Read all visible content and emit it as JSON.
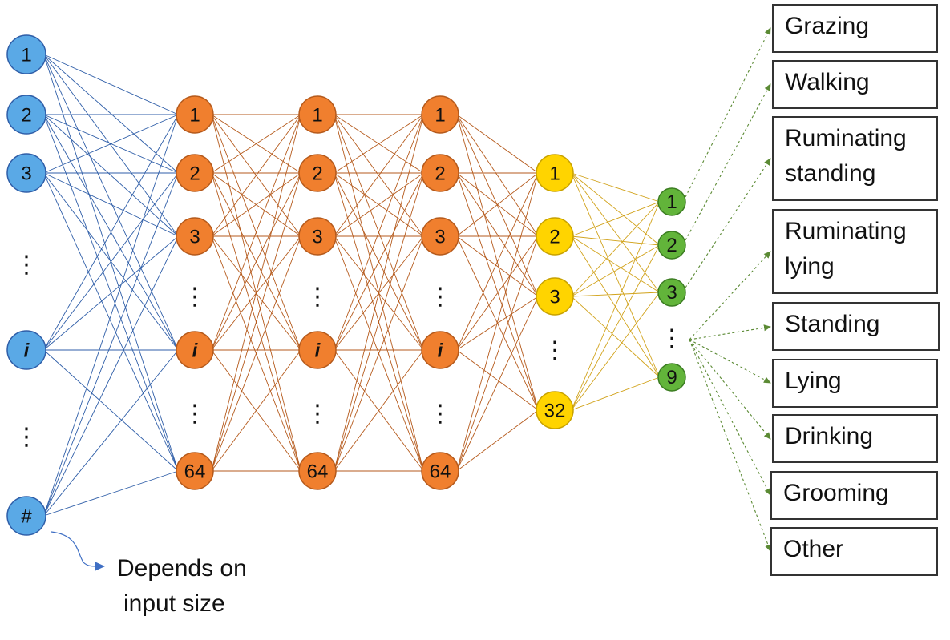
{
  "colors": {
    "input": "#5aa9e6",
    "input_edge": "#2f5ea8",
    "hidden": "#f07f2e",
    "hidden_edge": "#b55a1c",
    "dense32": "#ffd400",
    "dense32_edge": "#c8a200",
    "output": "#62b43a",
    "output_edge": "#3c7d22",
    "arrow": "#5b8a34",
    "note_arrow": "#3f6fc4"
  },
  "layers": {
    "input": [
      "1",
      "2",
      "3",
      "⋮",
      "i",
      "⋮",
      "#"
    ],
    "hidden1": [
      "1",
      "2",
      "3",
      "⋮",
      "i",
      "⋮",
      "64"
    ],
    "hidden2": [
      "1",
      "2",
      "3",
      "⋮",
      "i",
      "⋮",
      "64"
    ],
    "hidden3": [
      "1",
      "2",
      "3",
      "⋮",
      "i",
      "⋮",
      "64"
    ],
    "dense32": [
      "1",
      "2",
      "3",
      "⋮",
      "32"
    ],
    "output": [
      "1",
      "2",
      "3",
      "⋮",
      "9"
    ]
  },
  "classes": [
    "Grazing",
    "Walking",
    "Ruminating standing",
    "Ruminating lying",
    "Standing",
    "Lying",
    "Drinking",
    "Grooming",
    "Other"
  ],
  "note": {
    "line1": "Depends on",
    "line2": "input size"
  }
}
